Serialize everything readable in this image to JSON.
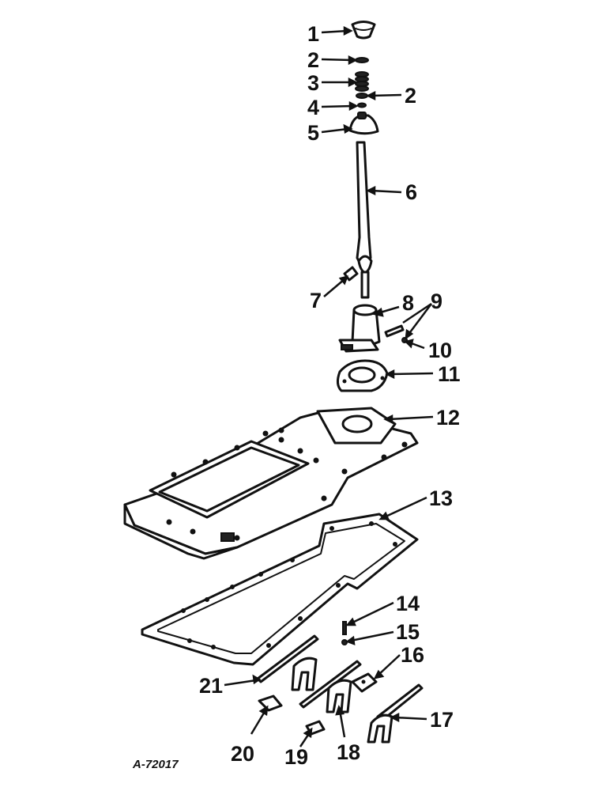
{
  "figure_id": "A-72017",
  "callouts": [
    {
      "id": "c1",
      "text": "1"
    },
    {
      "id": "c2a",
      "text": "2"
    },
    {
      "id": "c2b",
      "text": "2"
    },
    {
      "id": "c3",
      "text": "3"
    },
    {
      "id": "c4",
      "text": "4"
    },
    {
      "id": "c5",
      "text": "5"
    },
    {
      "id": "c6",
      "text": "6"
    },
    {
      "id": "c7",
      "text": "7"
    },
    {
      "id": "c8",
      "text": "8"
    },
    {
      "id": "c9",
      "text": "9"
    },
    {
      "id": "c10",
      "text": "10"
    },
    {
      "id": "c11",
      "text": "11"
    },
    {
      "id": "c12",
      "text": "12"
    },
    {
      "id": "c13",
      "text": "13"
    },
    {
      "id": "c14",
      "text": "14"
    },
    {
      "id": "c15",
      "text": "15"
    },
    {
      "id": "c16",
      "text": "16"
    },
    {
      "id": "c17",
      "text": "17"
    },
    {
      "id": "c18",
      "text": "18"
    },
    {
      "id": "c19",
      "text": "19"
    },
    {
      "id": "c20",
      "text": "20"
    },
    {
      "id": "c21",
      "text": "21"
    }
  ]
}
